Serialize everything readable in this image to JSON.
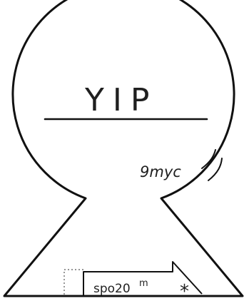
{
  "diagram": {
    "title": "YIP",
    "annotation": "9myc",
    "arrow_label": "spo20",
    "arrow_superscript": "m",
    "marker": "*"
  }
}
